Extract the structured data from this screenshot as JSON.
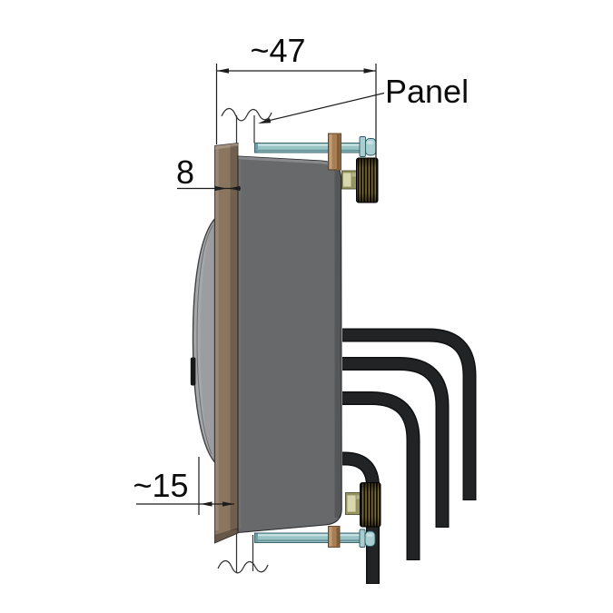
{
  "annotations": {
    "dim_depth_behind_panel": "~47",
    "dim_bezel_thickness": "8",
    "dim_front_protrusion": "~15",
    "panel_callout": "Panel"
  },
  "colors": {
    "background": "#ffffff",
    "line_black": "#1c1c1c",
    "body_gray": "#67696b",
    "bezel_brown": "#8a7560",
    "lens_gray": "#9b9da0",
    "screw_teal": "#9ac5c7",
    "screw_head_teal": "#a9ced0",
    "nut_brown": "#a87e52",
    "stud_olive": "#97945f",
    "knurl_gold": "#97823e",
    "cable_black": "#212325"
  }
}
